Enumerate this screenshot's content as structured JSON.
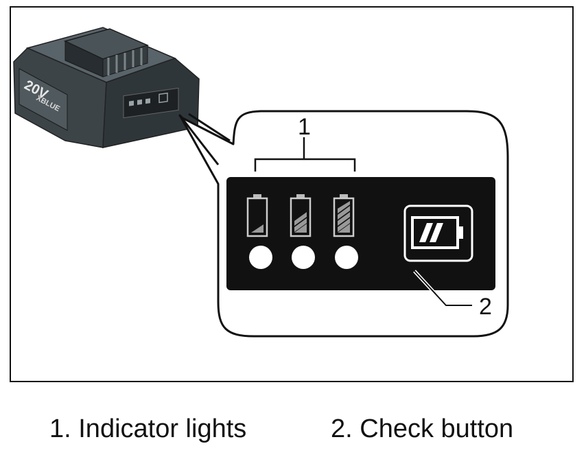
{
  "callouts": {
    "one": "1",
    "two": "2"
  },
  "battery_label": {
    "voltage": "20V",
    "brand": "XBLUE"
  },
  "captions": {
    "item1": "1. Indicator lights",
    "item2": "2. Check button"
  },
  "indicator_count": 3,
  "indicator_levels": [
    "low",
    "medium",
    "full"
  ],
  "colors": {
    "panel": "#111111",
    "outline": "#111111",
    "battery_body": "#3c4448",
    "battery_dark": "#262b2e",
    "battery_light": "#6a7378"
  }
}
